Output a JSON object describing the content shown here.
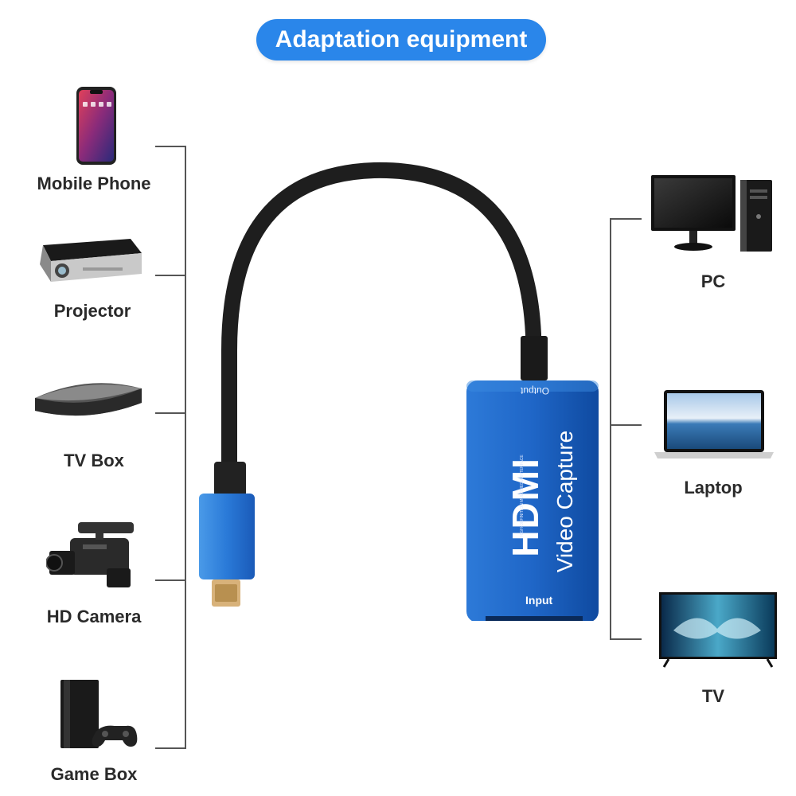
{
  "header": {
    "title": "Adaptation equipment"
  },
  "left_devices": [
    {
      "label": "Mobile Phone",
      "icon": "mobile-phone-icon"
    },
    {
      "label": "Projector",
      "icon": "projector-icon"
    },
    {
      "label": "TV Box",
      "icon": "tv-box-icon"
    },
    {
      "label": "HD Camera",
      "icon": "hd-camera-icon"
    },
    {
      "label": "Game Box",
      "icon": "game-box-icon"
    }
  ],
  "right_devices": [
    {
      "label": "PC",
      "icon": "pc-icon"
    },
    {
      "label": "Laptop",
      "icon": "laptop-icon"
    },
    {
      "label": "TV",
      "icon": "tv-icon"
    }
  ],
  "product": {
    "brand": "HDMI",
    "name": "Video Capture",
    "port_output": "Output",
    "port_input": "Input",
    "tagline": "HIGH-DEFINITION MULTIMEDIA INTERFACE",
    "body_color": "#1f66c7",
    "accent_color": "#2a86ea"
  }
}
